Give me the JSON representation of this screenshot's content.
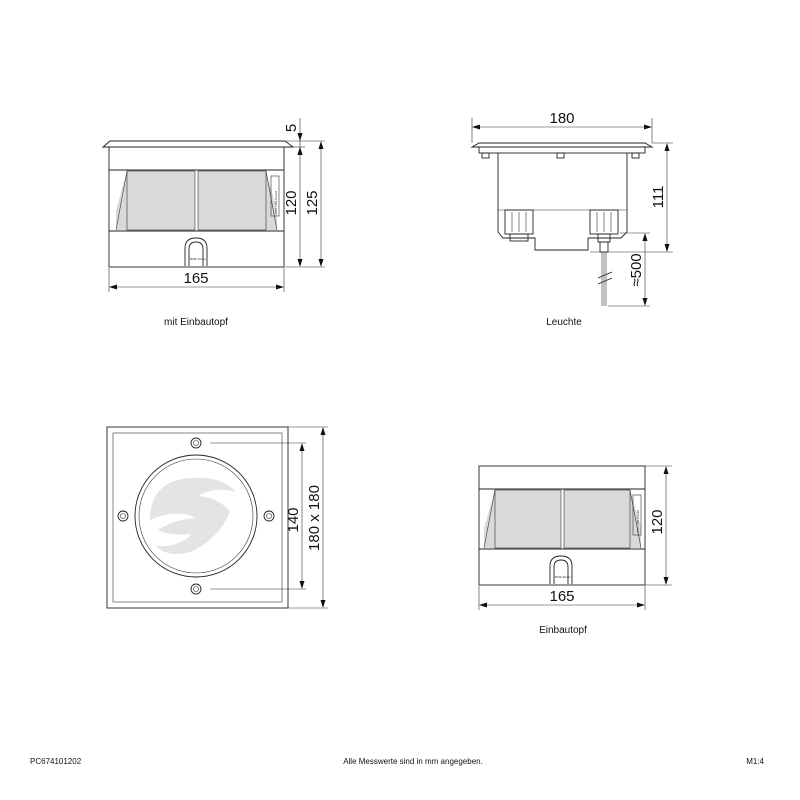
{
  "views": {
    "mit_einbautopf": {
      "caption": "mit Einbautopf",
      "dim_width": "165",
      "dim_top": "5",
      "dim_body": "120",
      "dim_total": "125",
      "label_text": "IP67 / MB-D3318",
      "clip_text": "BIZE 30mm"
    },
    "leuchte": {
      "caption": "Leuchte",
      "dim_width": "180",
      "dim_height": "111",
      "dim_cable": "≈500"
    },
    "top_view": {
      "dim_inner": "140",
      "dim_outer": "180 x 180"
    },
    "einbautopf": {
      "caption": "Einbautopf",
      "dim_width": "165",
      "dim_height": "120",
      "label_text": "IP67 / MB-D3318",
      "clip_text": "BIZE 30mm"
    }
  },
  "footer": {
    "article_number": "PC674101202",
    "note": "Alle Messwerte sind in mm angegeben.",
    "scale": "M1:4"
  }
}
